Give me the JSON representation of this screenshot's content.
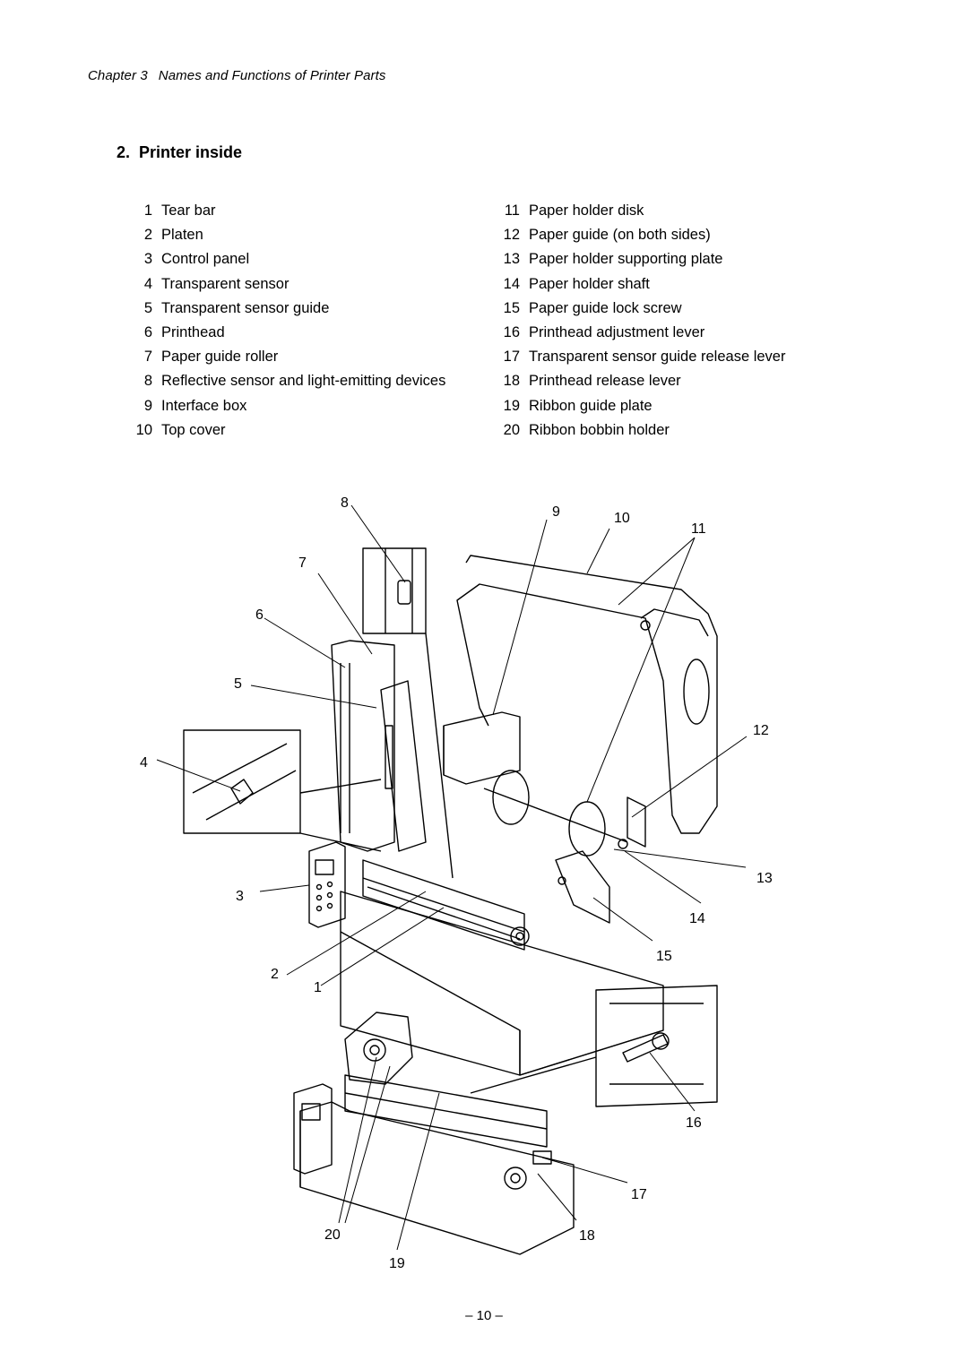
{
  "header": {
    "chapter": "Chapter 3",
    "chapter_title": "Names and Functions of Printer Parts"
  },
  "section": {
    "number": "2.",
    "title": "Printer inside"
  },
  "parts_left": [
    {
      "num": "1",
      "label": "Tear bar"
    },
    {
      "num": "2",
      "label": "Platen"
    },
    {
      "num": "3",
      "label": "Control panel"
    },
    {
      "num": "4",
      "label": "Transparent sensor"
    },
    {
      "num": "5",
      "label": "Transparent sensor guide"
    },
    {
      "num": "6",
      "label": "Printhead"
    },
    {
      "num": "7",
      "label": "Paper guide roller"
    },
    {
      "num": "8",
      "label": "Reflective sensor and light-emitting devices"
    },
    {
      "num": "9",
      "label": "Interface box"
    },
    {
      "num": "10",
      "label": "Top cover"
    }
  ],
  "parts_right": [
    {
      "num": "11",
      "label": "Paper holder disk"
    },
    {
      "num": "12",
      "label": "Paper guide (on both sides)"
    },
    {
      "num": "13",
      "label": "Paper holder supporting plate"
    },
    {
      "num": "14",
      "label": "Paper holder shaft"
    },
    {
      "num": "15",
      "label": "Paper guide lock screw"
    },
    {
      "num": "16",
      "label": "Printhead adjustment lever"
    },
    {
      "num": "17",
      "label": "Transparent sensor guide release lever"
    },
    {
      "num": "18",
      "label": "Printhead release lever"
    },
    {
      "num": "19",
      "label": "Ribbon guide plate"
    },
    {
      "num": "20",
      "label": "Ribbon bobbin holder"
    }
  ],
  "callouts": [
    "1",
    "2",
    "3",
    "4",
    "5",
    "6",
    "7",
    "8",
    "9",
    "10",
    "11",
    "12",
    "13",
    "14",
    "15",
    "16",
    "17",
    "18",
    "19",
    "20"
  ],
  "page_number": "– 10 –"
}
